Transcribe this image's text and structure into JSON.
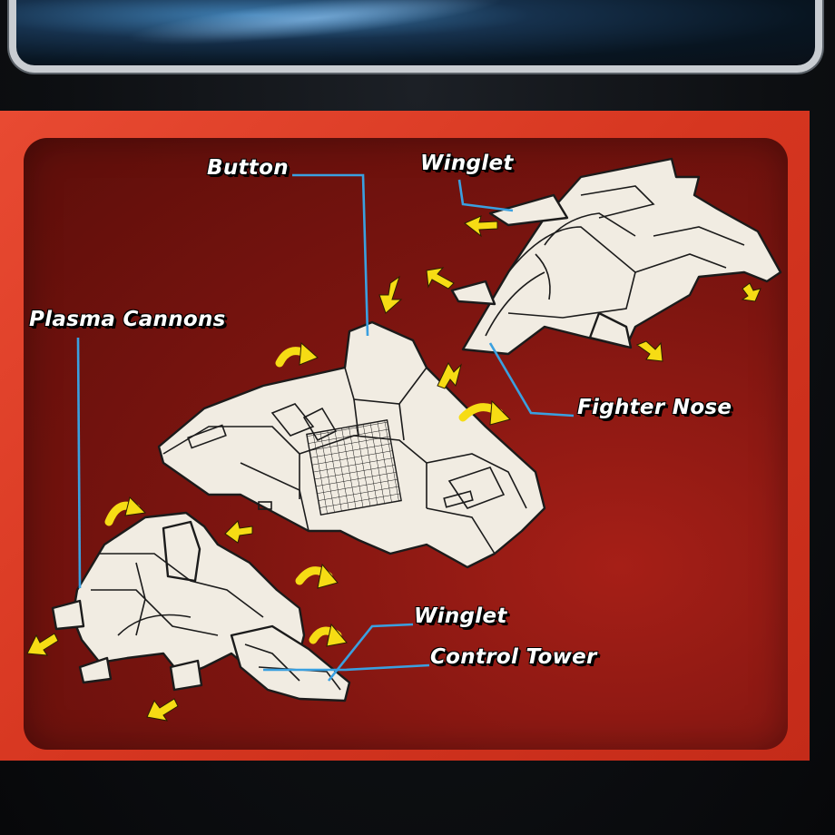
{
  "labels": {
    "button": "Button",
    "winglet_top": "Winglet",
    "plasma_cannons": "Plasma Cannons",
    "fighter_nose": "Fighter Nose",
    "winglet_bottom": "Winglet",
    "control_tower": "Control Tower"
  },
  "colors": {
    "panel_red": "#d63620",
    "panel_dark_red": "#7e1510",
    "leader_blue": "#3aa0e0",
    "arrow_yellow": "#f6dc14",
    "part_fill": "#f1ece2"
  }
}
